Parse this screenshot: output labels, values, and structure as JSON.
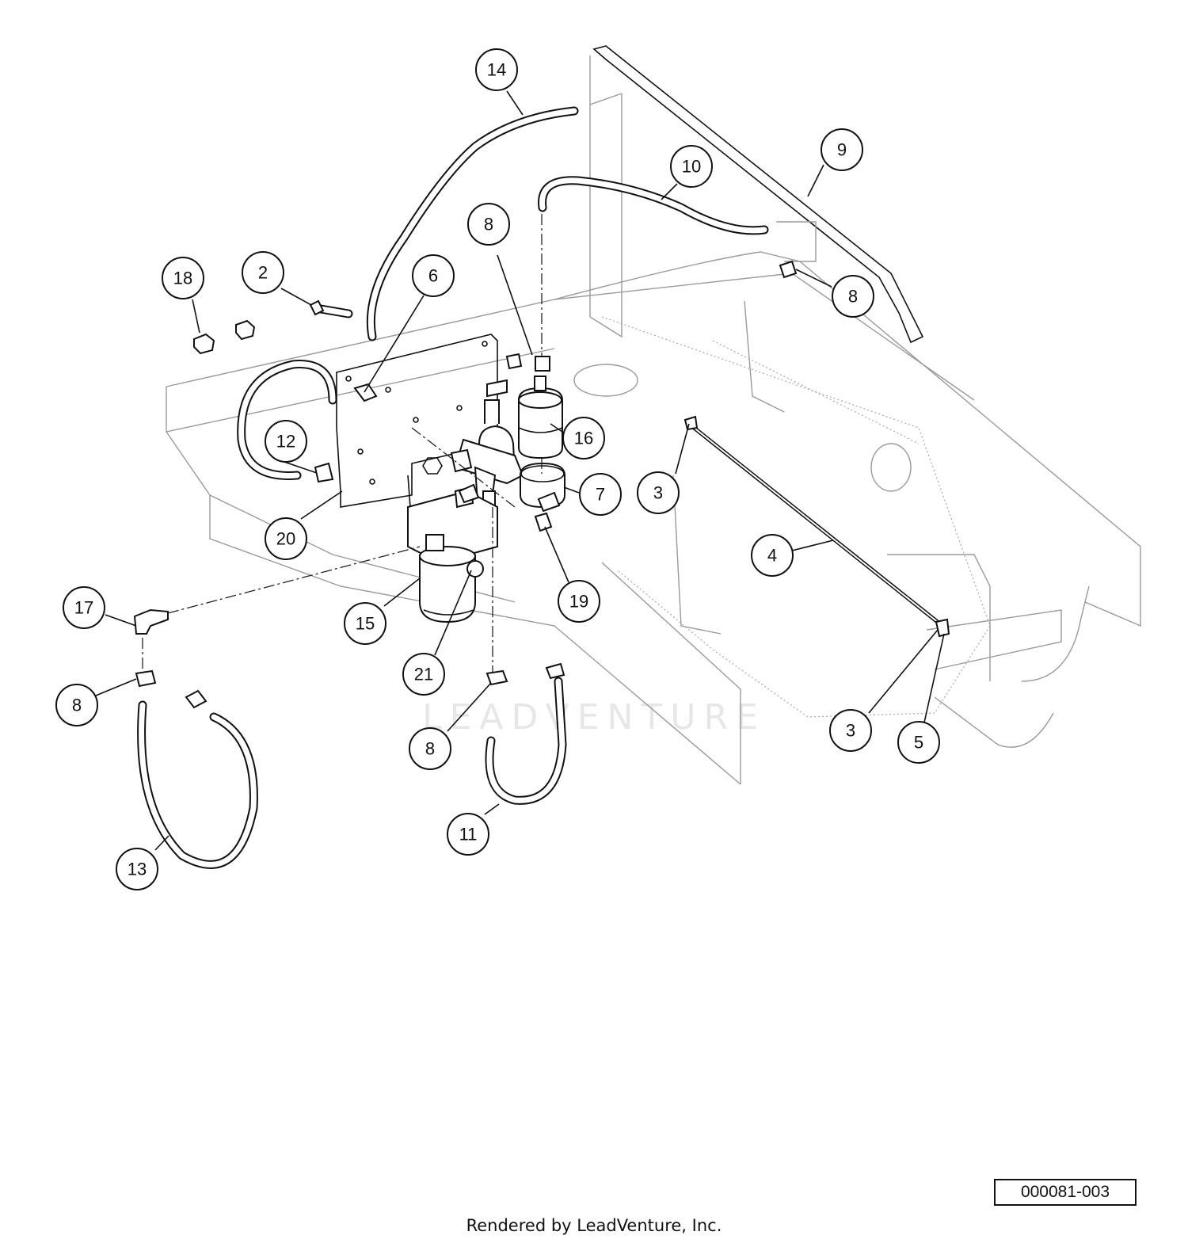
{
  "diagram": {
    "callouts": [
      {
        "id": "c14",
        "label": "14"
      },
      {
        "id": "c9",
        "label": "9"
      },
      {
        "id": "c10",
        "label": "10"
      },
      {
        "id": "c8a",
        "label": "8"
      },
      {
        "id": "c18",
        "label": "18"
      },
      {
        "id": "c2",
        "label": "2"
      },
      {
        "id": "c6",
        "label": "6"
      },
      {
        "id": "c8b",
        "label": "8"
      },
      {
        "id": "c12",
        "label": "12"
      },
      {
        "id": "c16",
        "label": "16"
      },
      {
        "id": "c3a",
        "label": "3"
      },
      {
        "id": "c7",
        "label": "7"
      },
      {
        "id": "c20",
        "label": "20"
      },
      {
        "id": "c4",
        "label": "4"
      },
      {
        "id": "c17",
        "label": "17"
      },
      {
        "id": "c19",
        "label": "19"
      },
      {
        "id": "c15",
        "label": "15"
      },
      {
        "id": "c21",
        "label": "21"
      },
      {
        "id": "c8c",
        "label": "8"
      },
      {
        "id": "c3b",
        "label": "3"
      },
      {
        "id": "c5",
        "label": "5"
      },
      {
        "id": "c8d",
        "label": "8"
      },
      {
        "id": "c11",
        "label": "11"
      },
      {
        "id": "c13",
        "label": "13"
      }
    ],
    "watermark": "LEADVENTURE"
  },
  "reference_code": "000081-003",
  "credit": "Rendered by LeadVenture, Inc."
}
